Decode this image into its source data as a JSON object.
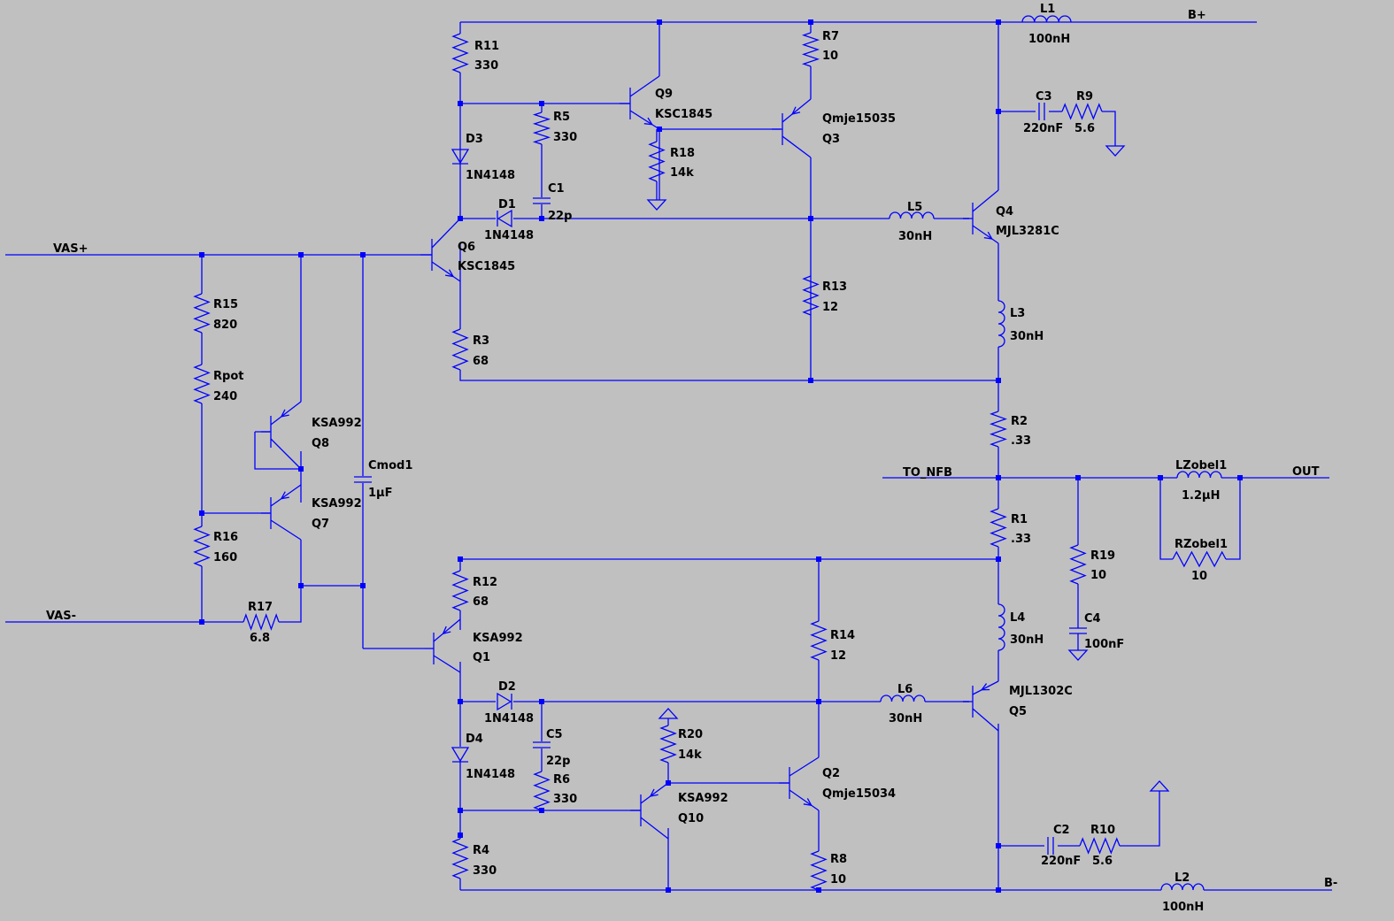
{
  "colors": {
    "background": "#c0c0c0",
    "wire": "#0000ff",
    "text": "#000000"
  },
  "nets": {
    "vas_plus": "VAS+",
    "vas_minus": "VAS-",
    "b_plus": "B+",
    "b_minus": "B-",
    "to_nfb": "TO_NFB",
    "out": "OUT"
  },
  "components": {
    "R11": {
      "name": "R11",
      "value": "330"
    },
    "R7": {
      "name": "R7",
      "value": "10"
    },
    "L1": {
      "name": "L1",
      "value": "100nH"
    },
    "Q9": {
      "name": "Q9",
      "value": "KSC1845"
    },
    "R5": {
      "name": "R5",
      "value": "330"
    },
    "Q3": {
      "name": "Q3",
      "value": "Qmje15035"
    },
    "C3": {
      "name": "C3",
      "value": "220nF"
    },
    "R9": {
      "name": "R9",
      "value": "5.6"
    },
    "D3": {
      "name": "D3",
      "value": "1N4148"
    },
    "R18": {
      "name": "R18",
      "value": "14k"
    },
    "C1": {
      "name": "C1",
      "value": "22p"
    },
    "D1": {
      "name": "D1",
      "value": "1N4148"
    },
    "L5": {
      "name": "L5",
      "value": "30nH"
    },
    "Q4": {
      "name": "Q4",
      "value": "MJL3281C"
    },
    "Q6": {
      "name": "Q6",
      "value": "KSC1845"
    },
    "R15": {
      "name": "R15",
      "value": "820"
    },
    "R13": {
      "name": "R13",
      "value": "12"
    },
    "L3": {
      "name": "L3",
      "value": "30nH"
    },
    "R3": {
      "name": "R3",
      "value": "68"
    },
    "Rpot": {
      "name": "Rpot",
      "value": "240"
    },
    "R2": {
      "name": "R2",
      "value": ".33"
    },
    "Q8": {
      "name": "Q8",
      "value": "KSA992"
    },
    "Cmod1": {
      "name": "Cmod1",
      "value": "1µF"
    },
    "LZobel1": {
      "name": "LZobel1",
      "value": "1.2µH"
    },
    "Q7": {
      "name": "Q7",
      "value": "KSA992"
    },
    "R1": {
      "name": "R1",
      "value": ".33"
    },
    "R16": {
      "name": "R16",
      "value": "160"
    },
    "R19": {
      "name": "R19",
      "value": "10"
    },
    "RZobel1": {
      "name": "RZobel1",
      "value": "10"
    },
    "R12": {
      "name": "R12",
      "value": "68"
    },
    "R17": {
      "name": "R17",
      "value": "6.8"
    },
    "C4": {
      "name": "C4",
      "value": "100nF"
    },
    "L4": {
      "name": "L4",
      "value": "30nH"
    },
    "R14": {
      "name": "R14",
      "value": "12"
    },
    "Q1": {
      "name": "Q1",
      "value": "KSA992"
    },
    "D2": {
      "name": "D2",
      "value": "1N4148"
    },
    "L6": {
      "name": "L6",
      "value": "30nH"
    },
    "Q5": {
      "name": "Q5",
      "value": "MJL1302C"
    },
    "C5": {
      "name": "C5",
      "value": "22p"
    },
    "R20": {
      "name": "R20",
      "value": "14k"
    },
    "D4": {
      "name": "D4",
      "value": "1N4148"
    },
    "Q2": {
      "name": "Q2",
      "value": "Qmje15034"
    },
    "R6": {
      "name": "R6",
      "value": "330"
    },
    "Q10": {
      "name": "Q10",
      "value": "KSA992"
    },
    "C2": {
      "name": "C2",
      "value": "220nF"
    },
    "R10": {
      "name": "R10",
      "value": "5.6"
    },
    "R4": {
      "name": "R4",
      "value": "330"
    },
    "R8": {
      "name": "R8",
      "value": "10"
    },
    "L2": {
      "name": "L2",
      "value": "100nH"
    }
  }
}
